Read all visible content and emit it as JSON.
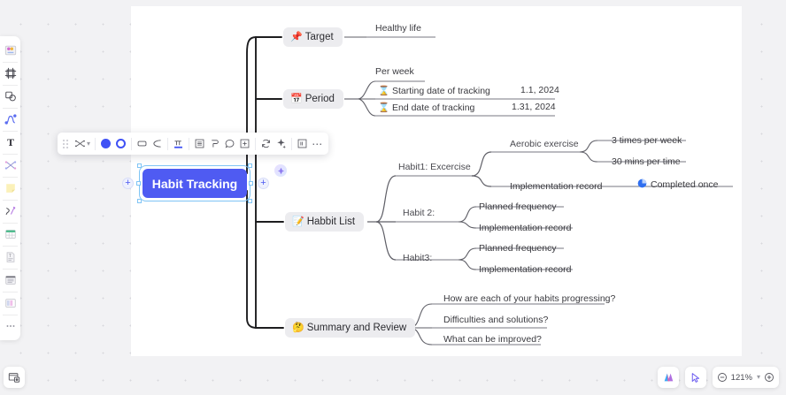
{
  "canvas": {
    "background_color": "#f2f2f4",
    "page_color": "#ffffff"
  },
  "left_toolbar": {
    "items": [
      {
        "name": "templates-icon",
        "label": "Templates"
      },
      {
        "name": "frame-icon",
        "label": "Frame"
      },
      {
        "name": "shapes-icon",
        "label": "Shapes"
      },
      {
        "name": "connector-icon",
        "label": "Connector"
      },
      {
        "name": "text-icon",
        "label": "Text"
      },
      {
        "name": "mindmap-icon",
        "label": "Mind map"
      },
      {
        "name": "sticky-note-icon",
        "label": "Sticky note"
      },
      {
        "name": "pen-icon",
        "label": "Pen"
      },
      {
        "name": "table-icon",
        "label": "Table"
      },
      {
        "name": "document-icon",
        "label": "Document"
      },
      {
        "name": "list-icon",
        "label": "List"
      },
      {
        "name": "kanban-icon",
        "label": "Kanban"
      },
      {
        "name": "more-tools-icon",
        "label": "More"
      }
    ]
  },
  "bottom_left": {
    "name": "presentation-icon",
    "label": "Presentation mode"
  },
  "format_toolbar": {
    "items": [
      {
        "name": "layout-icon",
        "label": "Layout",
        "has_caret": true
      },
      {
        "name": "fill-color-solid-swatch",
        "label": "Fill color",
        "color": "#3f51f5"
      },
      {
        "name": "border-color-ring-swatch",
        "label": "Border color",
        "color": "#3f51f5"
      },
      {
        "name": "shape-icon",
        "label": "Shape"
      },
      {
        "name": "line-style-icon",
        "label": "Line style"
      },
      {
        "name": "text-color-icon",
        "label": "Text color"
      },
      {
        "name": "text-align-icon",
        "label": "Text align"
      },
      {
        "name": "tag-icon",
        "label": "Tag"
      },
      {
        "name": "comment-icon",
        "label": "Comment"
      },
      {
        "name": "add-child-icon",
        "label": "Add child"
      },
      {
        "name": "refresh-icon",
        "label": "Re-layout"
      },
      {
        "name": "ai-sparkle-icon",
        "label": "AI assist"
      },
      {
        "name": "note-icon",
        "label": "Note"
      },
      {
        "name": "more-options-icon",
        "label": "More"
      }
    ]
  },
  "mindmap": {
    "central": {
      "label": "Habit Tracking",
      "color": "#4f5bf2",
      "text_color": "#ffffff"
    },
    "branches": [
      {
        "emoji": "📌",
        "label": "Target",
        "children": [
          {
            "label": "Healthy life"
          }
        ]
      },
      {
        "emoji": "📅",
        "label": "Period",
        "children": [
          {
            "label": "Per week"
          },
          {
            "label": "⌛ Starting date of tracking",
            "value": "1.1, 2024"
          },
          {
            "label": "⌛ End date of tracking",
            "value": "1.31, 2024"
          }
        ]
      },
      {
        "emoji": "📝",
        "label": "Habbit  List",
        "children": [
          {
            "label": "Habit1:  Excercise",
            "children": [
              {
                "label": "Aerobic exercise",
                "children": [
                  {
                    "label": "3 times per week"
                  },
                  {
                    "label": "30 mins per time"
                  }
                ]
              },
              {
                "label": "Implementation record",
                "status_icon": "pie-progress-icon",
                "status": "Completed once"
              }
            ]
          },
          {
            "label": "Habit 2:",
            "children": [
              {
                "label": "Planned frequency"
              },
              {
                "label": "Implementation record"
              }
            ]
          },
          {
            "label": "Habit3:",
            "children": [
              {
                "label": "Planned frequency"
              },
              {
                "label": "Implementation record"
              }
            ]
          }
        ]
      },
      {
        "emoji": "🤔",
        "label": "Summary and Review",
        "children": [
          {
            "label": "How are each of your habits progressing?"
          },
          {
            "label": "Difficulties and solutions?"
          },
          {
            "label": "What can be improved?"
          }
        ]
      }
    ]
  },
  "bottom_right": {
    "ai_label": "AI",
    "cursor_label": "Pointer",
    "zoom_out_label": "Zoom out",
    "zoom_level": "121%",
    "zoom_in_label": "Zoom in"
  }
}
